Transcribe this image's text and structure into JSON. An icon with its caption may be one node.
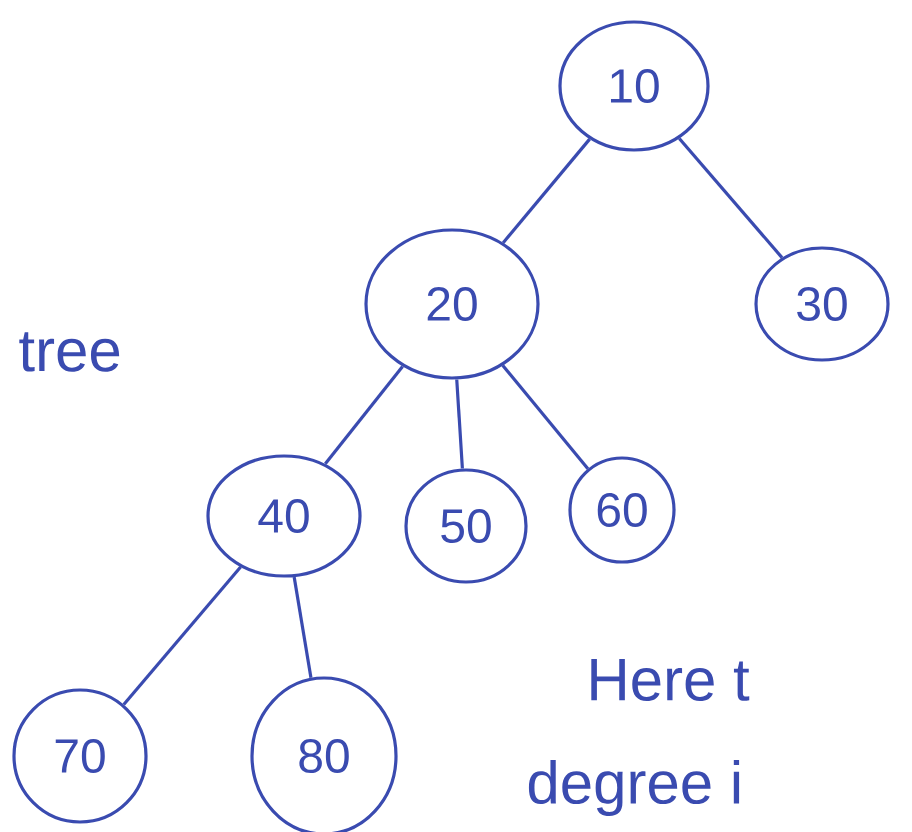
{
  "diagram": {
    "nodes": [
      {
        "text": [
          "10"
        ]
      },
      {
        "text": [
          "20"
        ]
      },
      {
        "text": [
          "30"
        ]
      },
      {
        "text": [
          "40"
        ]
      },
      {
        "text": [
          "50"
        ]
      },
      {
        "text": [
          "60"
        ]
      },
      {
        "text": [
          "70"
        ]
      },
      {
        "text": [
          "80"
        ]
      }
    ],
    "edges": [
      {
        "from": 0,
        "to": 1,
        "arrow": "none"
      },
      {
        "from": 0,
        "to": 2,
        "arrow": "none"
      },
      {
        "from": 1,
        "to": 3,
        "arrow": "none"
      },
      {
        "from": 1,
        "to": 4,
        "arrow": "none"
      },
      {
        "from": 1,
        "to": 5,
        "arrow": "none"
      },
      {
        "from": 3,
        "to": 6,
        "arrow": "none"
      },
      {
        "from": 3,
        "to": 7,
        "arrow": "none"
      }
    ],
    "labels": [
      "tree",
      "Here t",
      "degree i"
    ]
  }
}
